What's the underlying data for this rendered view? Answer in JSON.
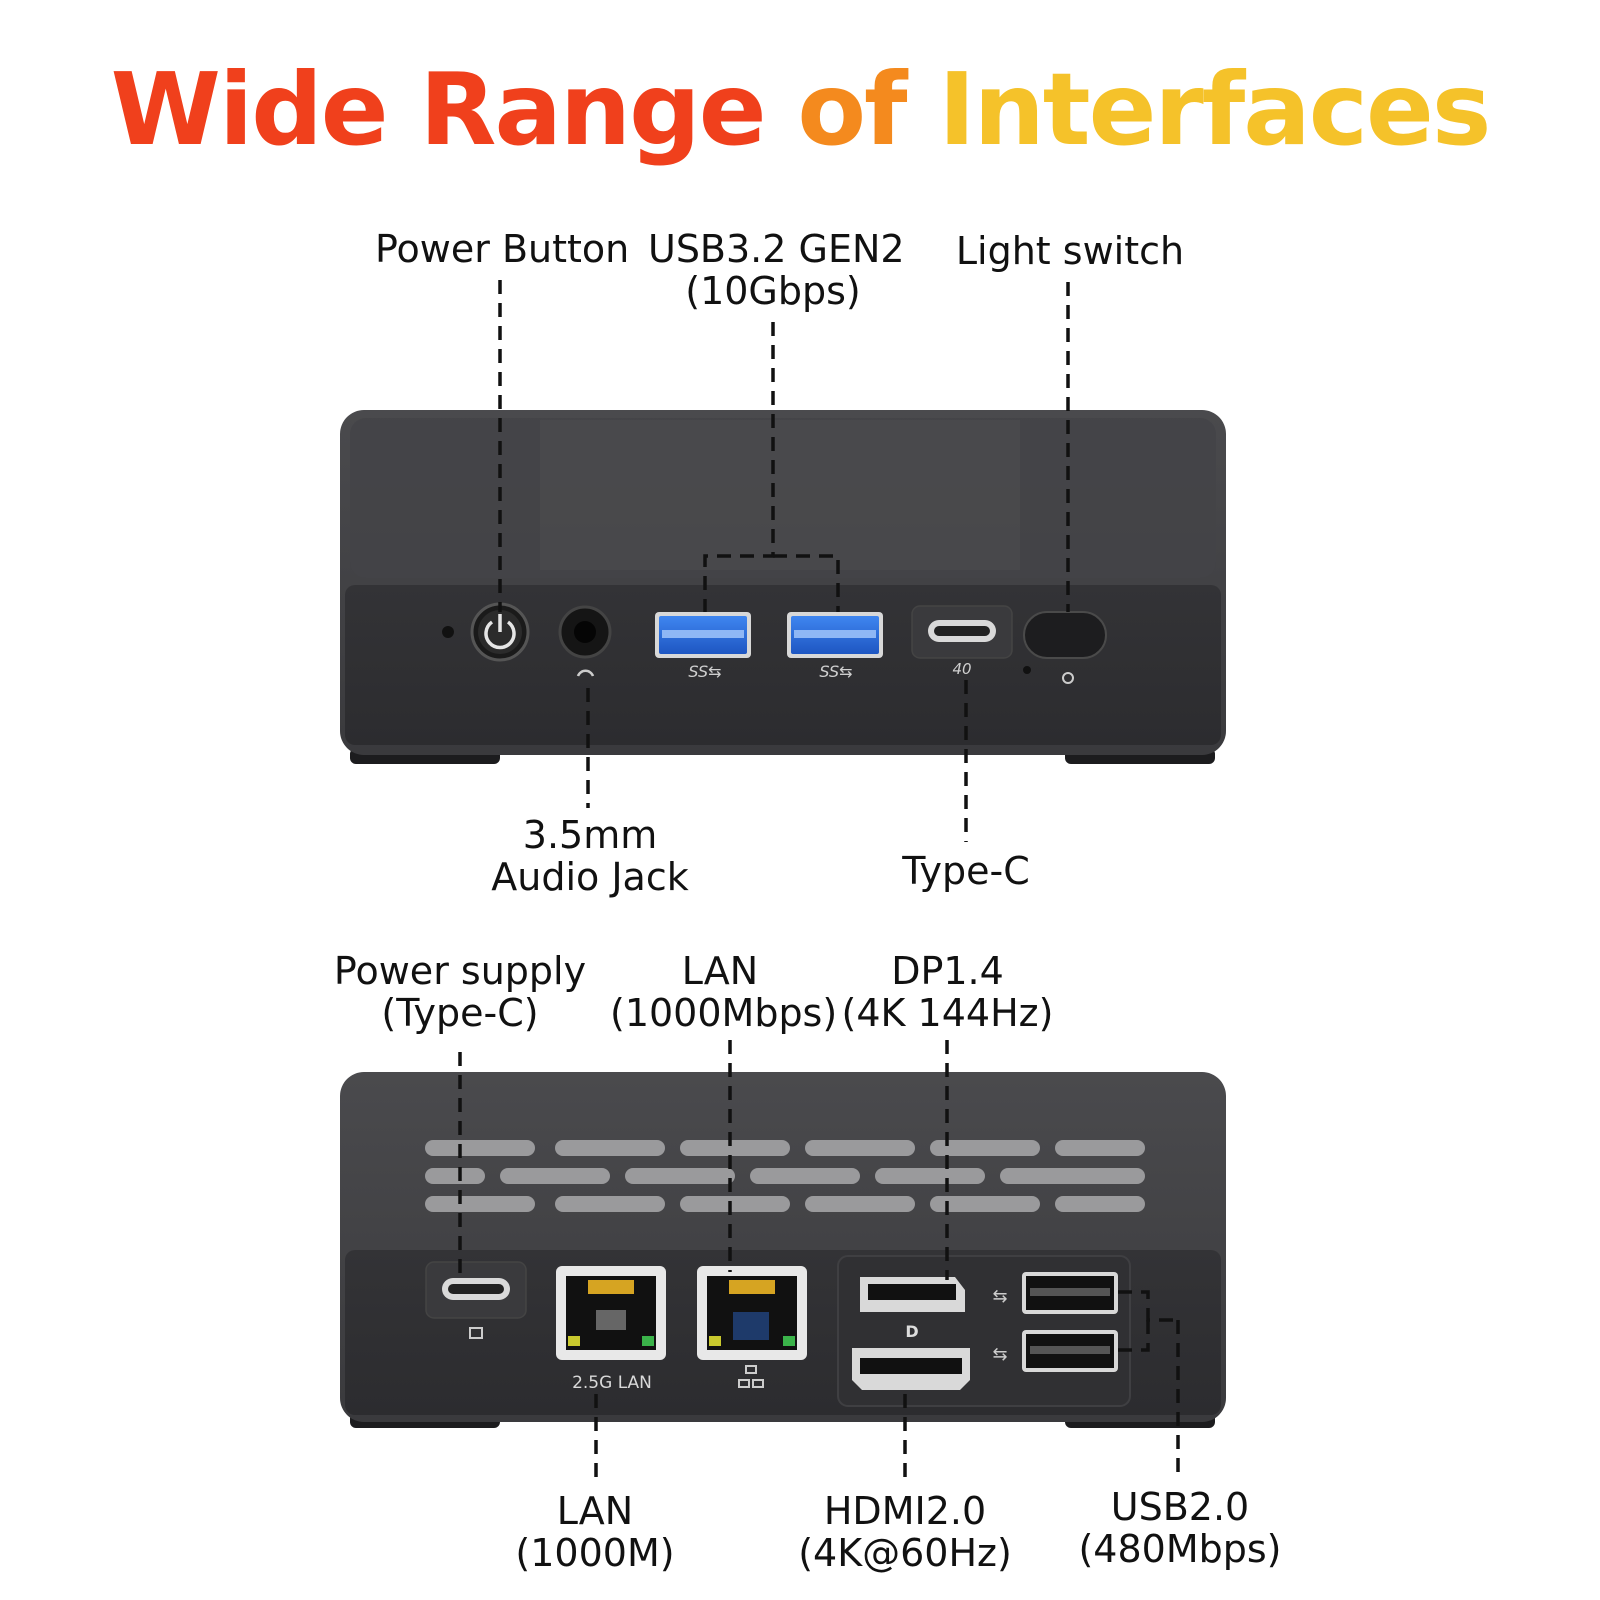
{
  "title": {
    "part1": "Wide Range",
    "part2": "of",
    "part3": "Interfaces"
  },
  "front": {
    "power_button": "Power Button",
    "usb32": {
      "line1": "USB3.2 GEN2",
      "line2": "(10Gbps)"
    },
    "light_switch": "Light switch",
    "audio": {
      "line1": "3.5mm",
      "line2": "Audio Jack"
    },
    "typec": "Type-C",
    "typec_badge": "40"
  },
  "rear": {
    "power_supply": {
      "line1": "Power supply",
      "line2": "(Type-C)"
    },
    "lan_top": {
      "line1": "LAN",
      "line2": "(1000Mbps)"
    },
    "dp": {
      "line1": "DP1.4",
      "line2": "(4K 144Hz)"
    },
    "lan_bottom": {
      "line1": "LAN",
      "line2": "(1000M)"
    },
    "hdmi": {
      "line1": "HDMI2.0",
      "line2": "(4K@60Hz)"
    },
    "usb2": {
      "line1": "USB2.0",
      "line2": "(480Mbps)"
    },
    "lan25_port_label": "2.5G LAN"
  },
  "colors": {
    "title_red": "#f0401c",
    "title_orange": "#f48a1e",
    "title_yellow": "#f5c22a",
    "usb3_blue": "#2a6bd6",
    "device_body": "#3a3a3c"
  }
}
